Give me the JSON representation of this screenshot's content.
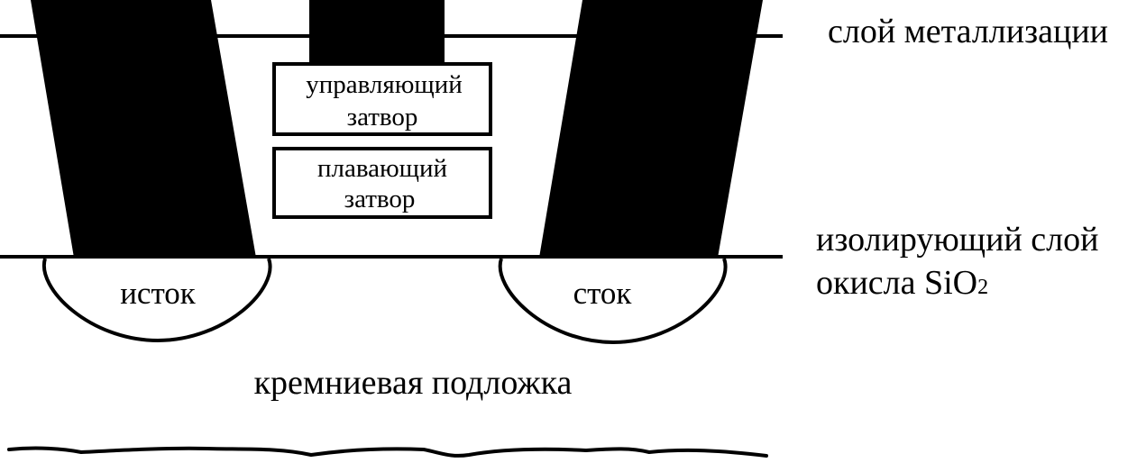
{
  "labels": {
    "metallization_layer": "слой металлизации",
    "oxide_layer_line1": "изолирующий слой",
    "oxide_layer_line2": "окисла SiO",
    "oxide_layer_subscript": "2",
    "source": "исток",
    "drain": "сток",
    "substrate": "кремниевая подложка",
    "control_gate_line1": "управляющий",
    "control_gate_line2": "затвор",
    "floating_gate_line1": "плавающий",
    "floating_gate_line2": "затвор"
  },
  "colors": {
    "ink": "#000000",
    "background": "#ffffff"
  }
}
